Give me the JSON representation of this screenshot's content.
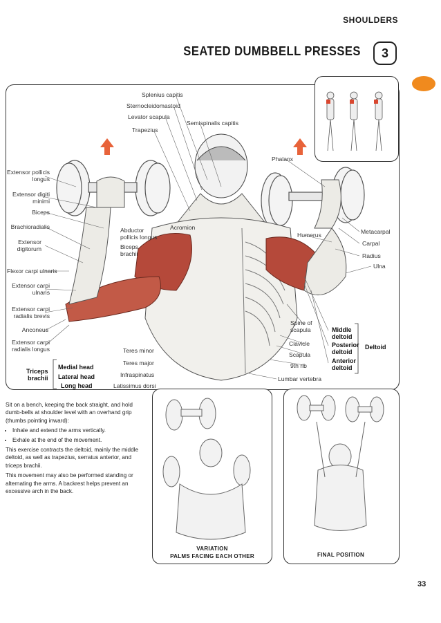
{
  "header": {
    "section": "SHOULDERS",
    "title": "SEATED DUMBBELL PRESSES",
    "chapter_number": "3"
  },
  "labels_left": [
    "Extensor pollicis\nlongus",
    "Extensor digiti\nminimi",
    "Biceps",
    "Brachioradialis",
    "Extensor\ndigitorum",
    "Flexor carpi ulnaris",
    "Extensor carpi\nulnaris",
    "Extensor carpi\nradialis brevis",
    "Anconeus",
    "Extensor carpi\nradialis longus"
  ],
  "labels_top": [
    "Splenius capitis",
    "Sternocleidomastoid",
    "Levator scapula",
    "Trapezius",
    "Semispinalis capitis"
  ],
  "labels_center": [
    "Abductor\npollicis longus",
    "Biceps\nbrachii",
    "Acromion",
    "Teres minor",
    "Teres major",
    "Infraspinatus",
    "Latissimus dorsi"
  ],
  "labels_right": [
    "Phalanx",
    "Humerus",
    "Metacarpal",
    "Carpal",
    "Radius",
    "Ulna",
    "Spine of\nscapula",
    "Clavicle",
    "Scapula",
    "9th rib",
    "Lumbar vertebra"
  ],
  "deltoid": {
    "group": "Deltoid",
    "parts": [
      "Middle\ndeltoid",
      "Posterior\ndeltoid",
      "Anterior\ndeltoid"
    ]
  },
  "triceps": {
    "group": "Triceps\nbrachii",
    "heads": [
      "Medial head",
      "Lateral head",
      "Long head"
    ]
  },
  "instructions": {
    "intro": "Sit on a bench, keeping the back straight, and hold dumb-bells at shoulder level with an overhand grip (thumbs pointing inward):",
    "steps": [
      "Inhale and extend the arms vertically.",
      "Exhale at the end of the movement."
    ],
    "para1": "This exercise contracts the deltoid, mainly the middle deltoid, as well as trapezius, serratus anterior, and triceps brachii.",
    "para2": "This movement may also be performed standing or alternating the arms. A backrest helps prevent an excessive arch in the back."
  },
  "variation_caption": "VARIATION\nPALMS FACING EACH OTHER",
  "final_caption": "FINAL POSITION",
  "page_number": "33",
  "colors": {
    "accent": "#f08a1e",
    "muscle": "#b5493a",
    "arrow": "#e8633a"
  }
}
